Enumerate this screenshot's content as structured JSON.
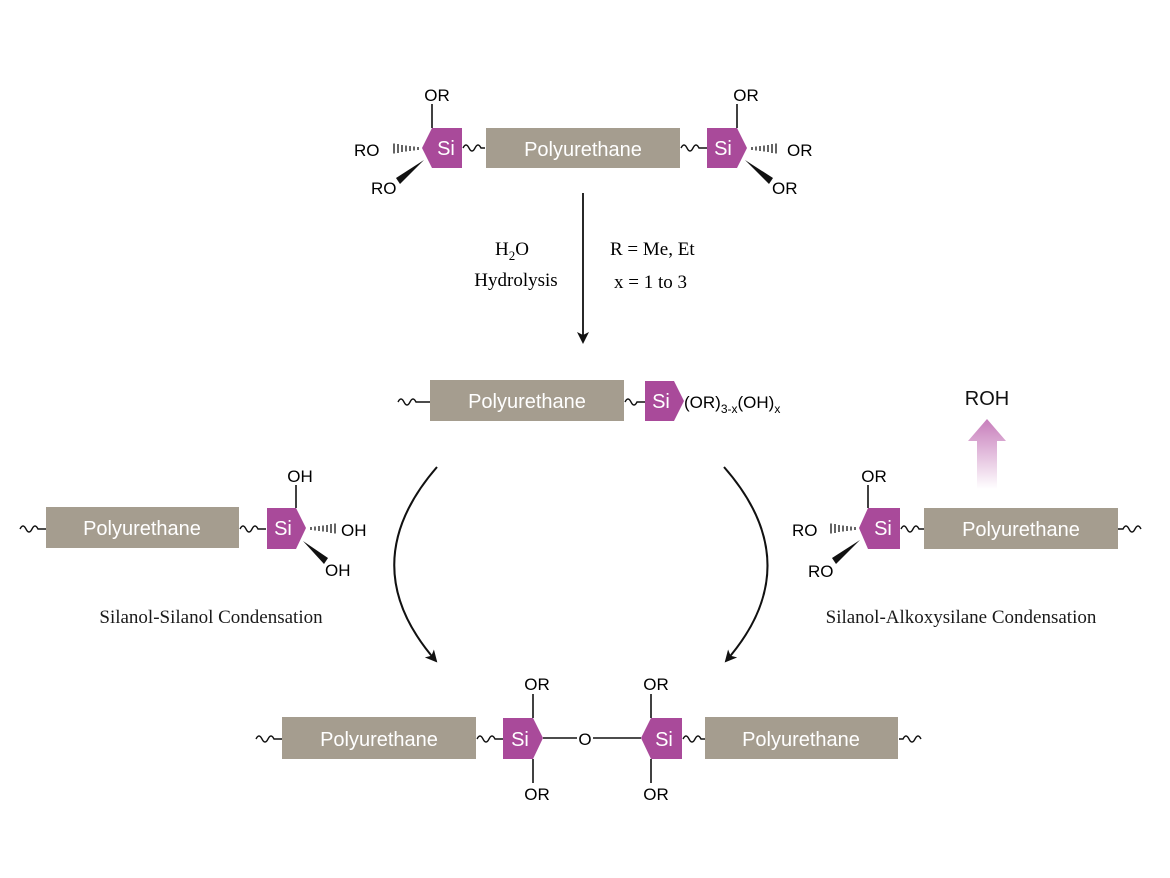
{
  "colors": {
    "polyurethane_block": "#A59D8F",
    "silicon_block": "#A94A9A",
    "byproduct_arrow": "#C77DBB",
    "text": "#111111"
  },
  "labels": {
    "polyurethane": "Polyurethane",
    "si": "Si"
  },
  "top_molecule": {
    "left_si": {
      "top": "OR",
      "left": "RO",
      "bottom_left": "RO"
    },
    "right_si": {
      "top": "OR",
      "right": "OR",
      "bottom_right": "OR"
    }
  },
  "reaction": {
    "reagent": "H",
    "reagent_sub": "2",
    "reagent_tail": "O",
    "process": "Hydrolysis",
    "condition_1": "R = Me, Et",
    "condition_2": "x = 1 to 3"
  },
  "intermediate": {
    "substituent_prefix": "(OR)",
    "substituent_sub1": "3-x",
    "substituent_mid": "(OH)",
    "substituent_sub2": "x"
  },
  "left_reactant": {
    "top": "OH",
    "right": "OH",
    "bottom_right": "OH",
    "caption": "Silanol-Silanol Condensation"
  },
  "right_reactant": {
    "top": "OR",
    "left": "RO",
    "bottom_left": "RO",
    "byproduct": "ROH",
    "caption": "Silanol-Alkoxysilane Condensation"
  },
  "product": {
    "left_si_top": "OR",
    "left_si_bottom": "OR",
    "bridge": "O",
    "right_si_top": "OR",
    "right_si_bottom": "OR"
  }
}
